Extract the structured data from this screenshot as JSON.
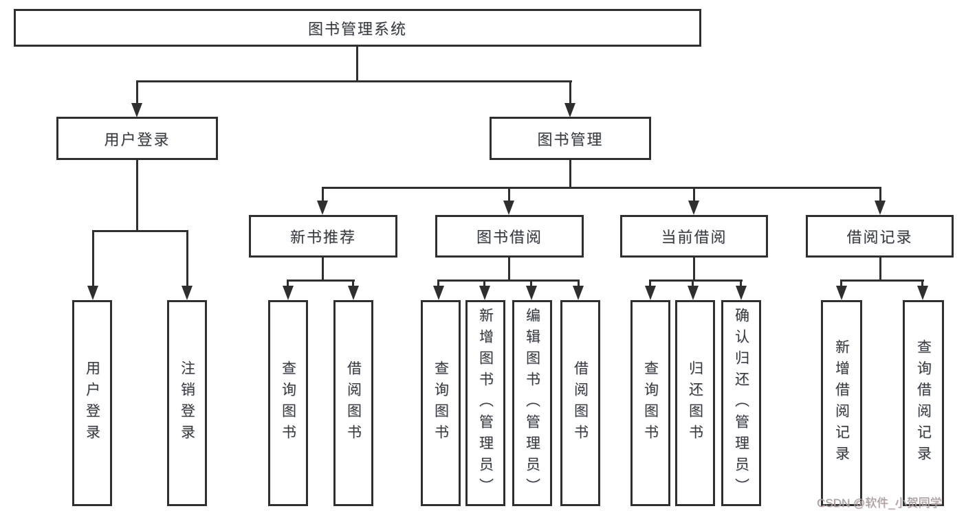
{
  "diagram": {
    "root": {
      "label": "图书管理系统"
    },
    "user_branch": {
      "label": "用户登录",
      "children": [
        {
          "label": "用户登录"
        },
        {
          "label": "注销登录"
        }
      ]
    },
    "book_branch": {
      "label": "图书管理",
      "groups": [
        {
          "label": "新书推荐",
          "children": [
            {
              "label": "查询图书"
            },
            {
              "label": "借阅图书"
            }
          ]
        },
        {
          "label": "图书借阅",
          "children": [
            {
              "label": "查询图书"
            },
            {
              "label": "新增图书（管理员）"
            },
            {
              "label": "编辑图书（管理员）"
            },
            {
              "label": "借阅图书"
            }
          ]
        },
        {
          "label": "当前借阅",
          "children": [
            {
              "label": "查询图书"
            },
            {
              "label": "归还图书"
            },
            {
              "label": "确认归还（管理员）"
            }
          ]
        },
        {
          "label": "借阅记录",
          "children": [
            {
              "label": "新增借阅记录"
            },
            {
              "label": "查询借阅记录"
            }
          ]
        }
      ]
    },
    "colors": {
      "line": "#2f2f2f",
      "box_border": "#2f2f2f",
      "box_fill": "#ffffff",
      "text": "#3a3a3a",
      "watermark": "#9e9e9e"
    }
  },
  "watermark": {
    "text": "CSDN @软件_小贺同学"
  }
}
